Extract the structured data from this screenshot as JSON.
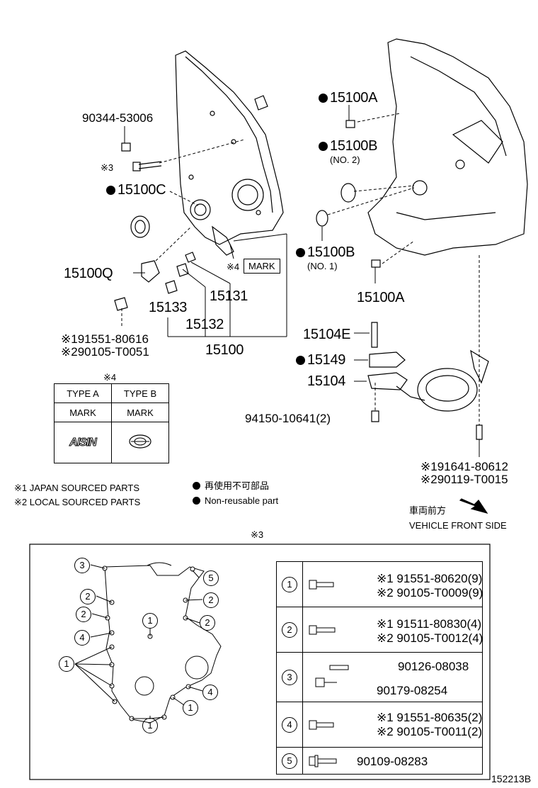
{
  "labels": {
    "bolt_90344": "90344-53006",
    "note3_bolt": "※3",
    "seal_15100C": "15100C",
    "sensor_15100Q": "15100Q",
    "pn_15133": "15133",
    "pn_15131": "15131",
    "pn_15132": "15132",
    "pn_15100": "15100",
    "note4_mark": "※4",
    "mark_box": "MARK",
    "bolt_91551_80616": "※191551-80616",
    "bolt_90105_T0051": "※290105-T0051",
    "pn_15100A_top": "15100A",
    "pn_15100B_top": "15100B",
    "no2": "(NO. 2)",
    "pn_15100B_bottom": "15100B",
    "no1": "(NO. 1)",
    "pn_15100A_bottom": "15100A",
    "pn_15104E": "15104E",
    "pn_15149": "15149",
    "pn_15104": "15104",
    "nut_94150": "94150-10641(2)",
    "bolt_91641": "※191641-80612",
    "bolt_90119": "※290119-T0015",
    "direction_jp": "車両前方",
    "direction_en": "VEHICLE FRONT SIDE",
    "figure_code": "152213B"
  },
  "mark_table": {
    "note": "※4",
    "headers": [
      "TYPE A",
      "TYPE B"
    ],
    "row_label": [
      "MARK",
      "MARK"
    ],
    "type_a_logo": "AISIN"
  },
  "footnotes": {
    "note1": "※1 JAPAN SOURCED PARTS",
    "note2": "※2 LOCAL SOURCED PARTS",
    "nonreuse_jp": "再使用不可部品",
    "nonreuse_en": "Non-reusable part"
  },
  "detail": {
    "note": "※3",
    "callouts": [
      "1",
      "2",
      "3",
      "4",
      "5"
    ],
    "rows": [
      {
        "num": "1",
        "lines": [
          "※1 91551-80620(9)",
          "※2 90105-T0009(9)"
        ]
      },
      {
        "num": "2",
        "lines": [
          "※1 91511-80830(4)",
          "※2 90105-T0012(4)"
        ]
      },
      {
        "num": "3",
        "lines": [
          "90126-08038",
          "90179-08254"
        ]
      },
      {
        "num": "4",
        "lines": [
          "※1 91551-80635(2)",
          "※2 90105-T0011(2)"
        ]
      },
      {
        "num": "5",
        "lines": [
          "90109-08283"
        ]
      }
    ]
  }
}
